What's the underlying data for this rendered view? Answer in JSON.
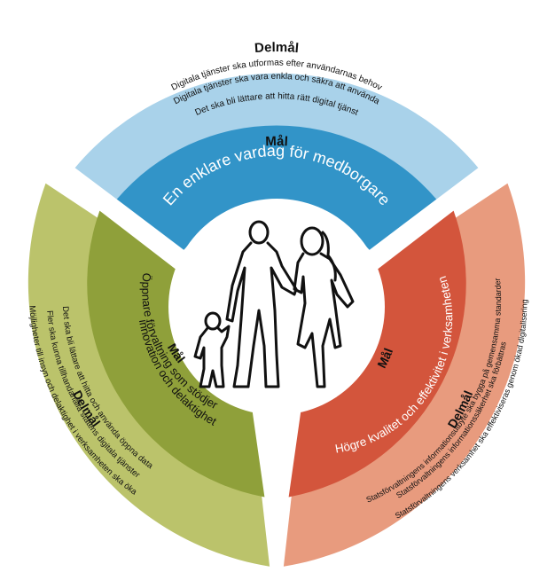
{
  "colors": {
    "blue_outer": "#a9d2ea",
    "blue_inner": "#3294c8",
    "green_outer": "#bbc36b",
    "green_inner": "#8fa03a",
    "red_outer": "#e89b7e",
    "red_inner": "#d3553c",
    "text_dark": "#111111",
    "text_light": "#ffffff"
  },
  "top": {
    "delmal_heading": "Delmål",
    "delmal_lines": [
      "Digitala tjänster ska utformas efter användarnas behov",
      "Digitala tjänster ska vara enkla och säkra att använda",
      "Det ska bli lättare att hitta rätt digital tjänst"
    ],
    "mal_heading": "Mål",
    "mal_text": "En enklare vardag för medborgare"
  },
  "left": {
    "delmal_heading": "Delmål",
    "delmal_lines": [
      "Det ska bli lättare att hitta och använda öppna data",
      "Fler ska kunna tillhandahålla statens digitala tjänster",
      "Möjligheter till insyn och delaktighet i verksamheten ska öka"
    ],
    "mal_heading": "Mål",
    "mal_lines": [
      "Öppnare förvaltning som stödjer",
      "innovation och delaktighet"
    ]
  },
  "right": {
    "delmal_heading": "Delmål",
    "delmal_lines": [
      "Statsförvaltningens informationsutbyte ska bygga på gemensamma standarder",
      "Statsförvaltningens informationssäkerhet ska förbättras",
      "Statsförvaltningens verksamhet ska effektiviseras genom ökad digitalisering"
    ],
    "mal_heading": "Mål",
    "mal_text": "Högre kvalitet och effektivitet i verksamheten"
  },
  "center": {
    "icon": "family-silhouette-icon"
  }
}
